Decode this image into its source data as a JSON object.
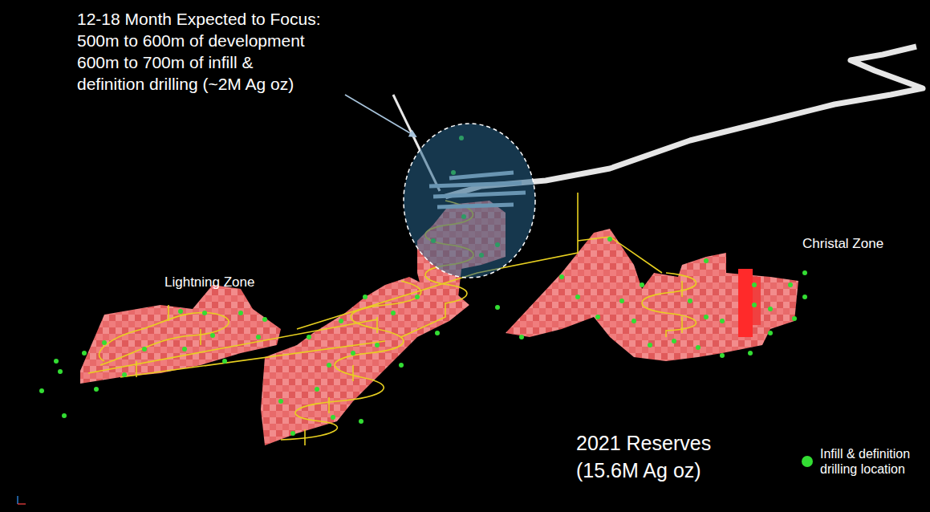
{
  "diagram": {
    "labels": [
      "12-18 Month Expected to Focus:",
      "500m to 600m of development",
      "600m to 700m of infill &",
      "definition drilling (~2M Ag oz)",
      "Lightning Zone",
      "Christal Zone",
      "2021 Reserves",
      "(15.6M Ag oz)"
    ],
    "legend": [
      {
        "text": "Infill & definition drilling location",
        "color": "#33dd33"
      }
    ]
  }
}
